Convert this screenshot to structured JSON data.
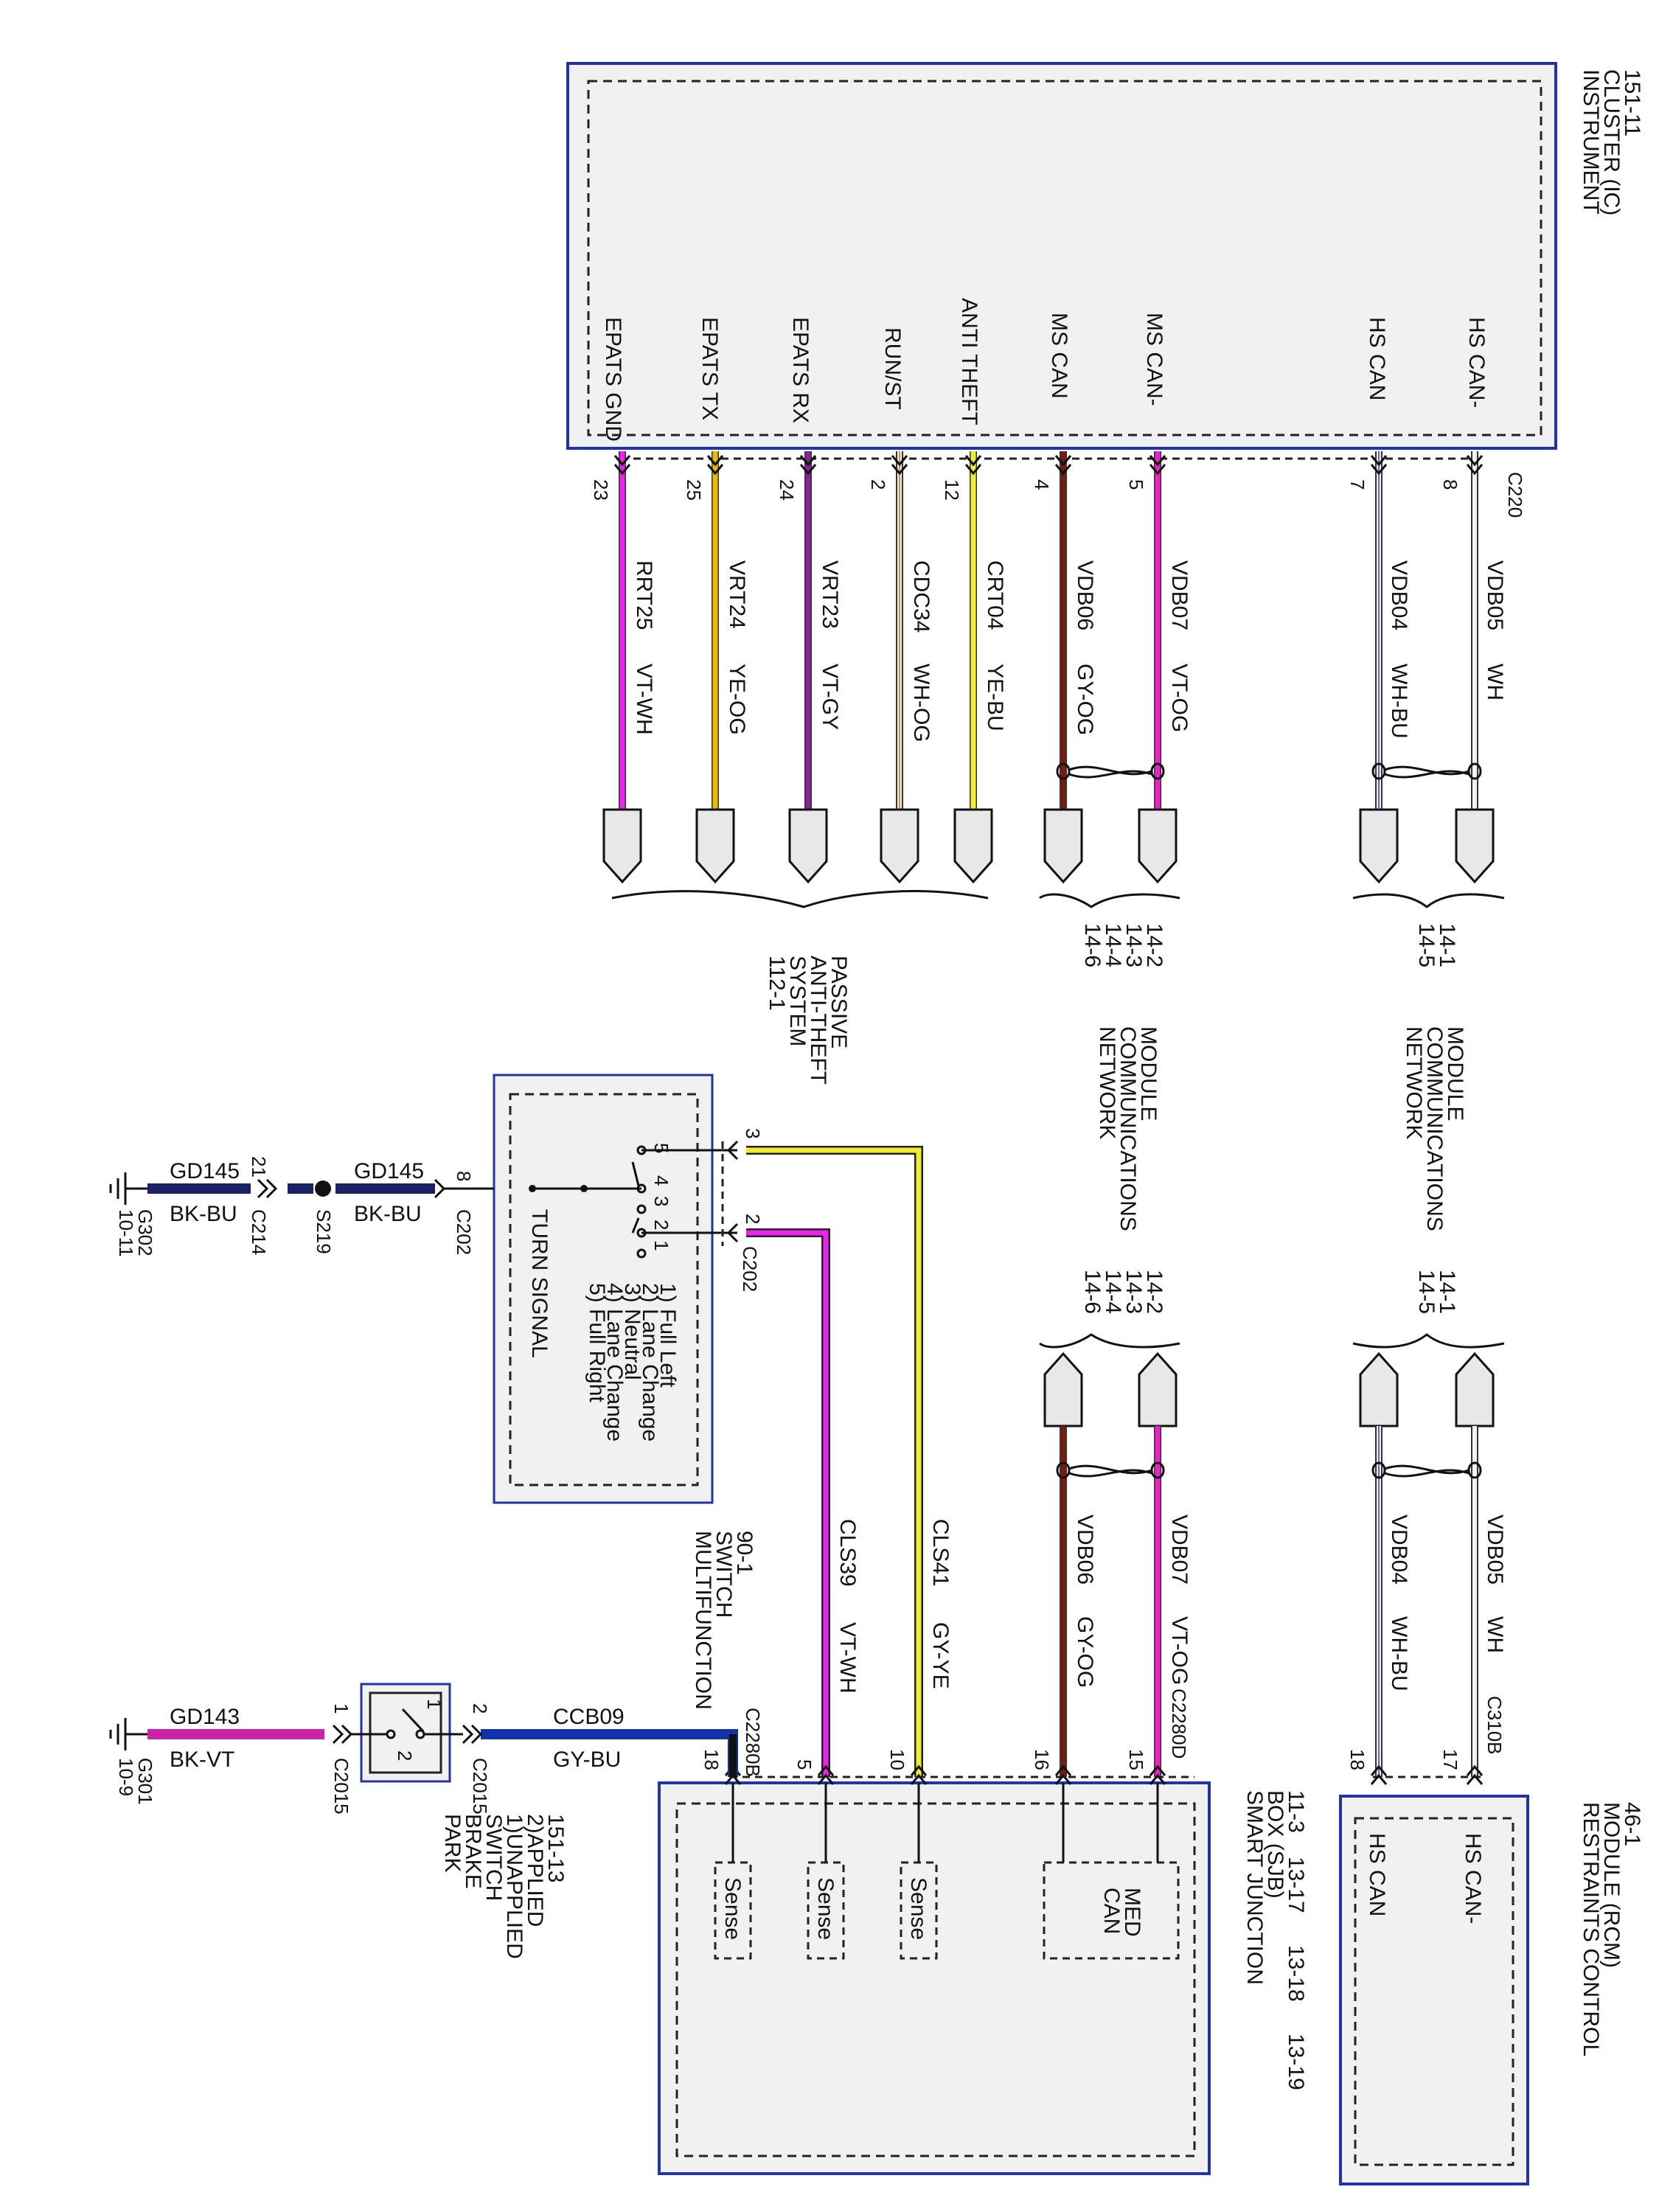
{
  "instrument_cluster": {
    "title": [
      "INSTRUMENT",
      "CLUSTER (IC)",
      "151-11"
    ],
    "connector": "C220",
    "pins": [
      {
        "signal": "HS CAN-",
        "pin": "8",
        "circuit": "VDB05",
        "color": "WH"
      },
      {
        "signal": "HS CAN",
        "pin": "7",
        "circuit": "VDB04",
        "color": "WH-BU"
      },
      {
        "signal": "MS CAN-",
        "pin": "5",
        "circuit": "VDB07",
        "color": "VT-OG"
      },
      {
        "signal": "MS CAN",
        "pin": "4",
        "circuit": "VDB06",
        "color": "GY-OG"
      },
      {
        "signal": "ANTI THEFT",
        "pin": "12",
        "circuit": "CRT04",
        "color": "YE-BU"
      },
      {
        "signal": "RUN/ST",
        "pin": "2",
        "circuit": "CDC34",
        "color": "WH-OG"
      },
      {
        "signal": "EPATS RX",
        "pin": "24",
        "circuit": "VRT23",
        "color": "VT-GY"
      },
      {
        "signal": "EPATS TX",
        "pin": "25",
        "circuit": "VRT24",
        "color": "YE-OG"
      },
      {
        "signal": "EPATS GND",
        "pin": "23",
        "circuit": "RRT25",
        "color": "VT-WH"
      }
    ]
  },
  "references": {
    "hs_top": [
      "14-1",
      "14-5"
    ],
    "ms_top": [
      "14-2",
      "14-3",
      "14-4",
      "14-6"
    ],
    "hs_bottom": [
      "14-1",
      "14-5"
    ],
    "ms_bottom": [
      "14-2",
      "14-3",
      "14-4",
      "14-6"
    ],
    "passive_anti_theft": [
      "PASSIVE",
      "ANTI-THEFT",
      "SYSTEM",
      "112-1"
    ],
    "hs_network": [
      "MODULE",
      "COMMUNICATIONS",
      "NETWORK"
    ],
    "ms_network": [
      "MODULE",
      "COMMUNICATIONS",
      "NETWORK"
    ]
  },
  "multifunction_switch": {
    "title": [
      "MULTIFUNCTION",
      "SWITCH",
      "90-1"
    ],
    "function": "TURN SIGNAL",
    "positions": [
      "1) Full Left",
      "2) Lane Change",
      "3) Neutral",
      "4) Lane Change",
      "5) Full Right"
    ],
    "contact_numbers": [
      "5",
      "4",
      "3",
      "2",
      "1"
    ],
    "connector": "C202",
    "pin_ground": "8",
    "pin_left": "2",
    "pin_right": "3"
  },
  "ground_turn": {
    "circuit1": "GD145",
    "color1": "BK-BU",
    "splice": "S219",
    "circuit2": "GD145",
    "color2": "BK-BU",
    "connector": "C214",
    "pin": "21",
    "ground": "G302",
    "ground_ref": "10-11"
  },
  "turn_wires": [
    {
      "circuit": "CLS39",
      "color": "VT-WH",
      "sjb_pin": "5"
    },
    {
      "circuit": "CLS41",
      "color": "GY-YE",
      "sjb_pin": "10"
    }
  ],
  "sjb": {
    "title": [
      "SMART JUNCTION",
      "BOX (SJB)",
      "11-3",
      "13-17",
      "13-18",
      "13-19"
    ],
    "connector_d": "C2280D",
    "connector_b": "C2280B",
    "med_can": [
      "MED",
      "CAN"
    ],
    "sense": "Sense",
    "ms_wires": [
      {
        "circuit": "VDB07",
        "color": "VT-OG",
        "pin": "15"
      },
      {
        "circuit": "VDB06",
        "color": "GY-OG",
        "pin": "16"
      }
    ],
    "park_pin": "18"
  },
  "rcm": {
    "title": [
      "RESTRAINTS CONTROL",
      "MODULE (RCM)",
      "46-1"
    ],
    "connector": "C310B",
    "pins": [
      {
        "signal": "HS CAN-",
        "pin": "17",
        "circuit": "VDB05",
        "color": "WH"
      },
      {
        "signal": "HS CAN",
        "pin": "18",
        "circuit": "VDB04",
        "color": "WH-BU"
      }
    ]
  },
  "park_brake": {
    "title": [
      "PARK",
      "BRAKE",
      "SWITCH",
      "1)UNAPPLIED",
      "2)APPLIED",
      "151-13"
    ],
    "connector": "C2015",
    "pin_sjb": "2",
    "pin_ground": "1",
    "switch_pos": [
      "1",
      "2"
    ],
    "circuit_sjb": "CCB09",
    "color_sjb": "GY-BU",
    "circuit_gnd": "GD143",
    "color_gnd": "BK-VT",
    "ground": "G301",
    "ground_ref": "10-9"
  },
  "colors": {
    "frame_blue": "#2233aa",
    "wh": "#f4f4f4",
    "wh_bu": "#5566dd",
    "vt_og": "#ee22cc",
    "gy_og": "#7a1c0c",
    "ye_bu": "#eeee33",
    "wh_og": "#e08a33",
    "vt_gy": "#882299",
    "ye_og": "#e8bb00",
    "vt_wh": "#ee22ee",
    "bk_bu": "#1a2266",
    "gy_ye": "#555555",
    "gy_bu": "#1133aa",
    "bk_vt": "#cc22aa"
  }
}
